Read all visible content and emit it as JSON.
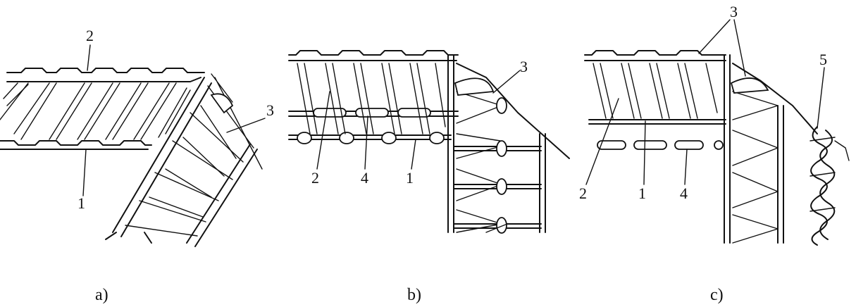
{
  "panels": [
    {
      "caption": "a)",
      "labels": [
        "2",
        "1",
        "3"
      ]
    },
    {
      "caption": "b)",
      "labels": [
        "3",
        "2",
        "4",
        "1"
      ]
    },
    {
      "caption": "c)",
      "labels": [
        "3",
        "5",
        "2",
        "1",
        "4"
      ]
    }
  ]
}
